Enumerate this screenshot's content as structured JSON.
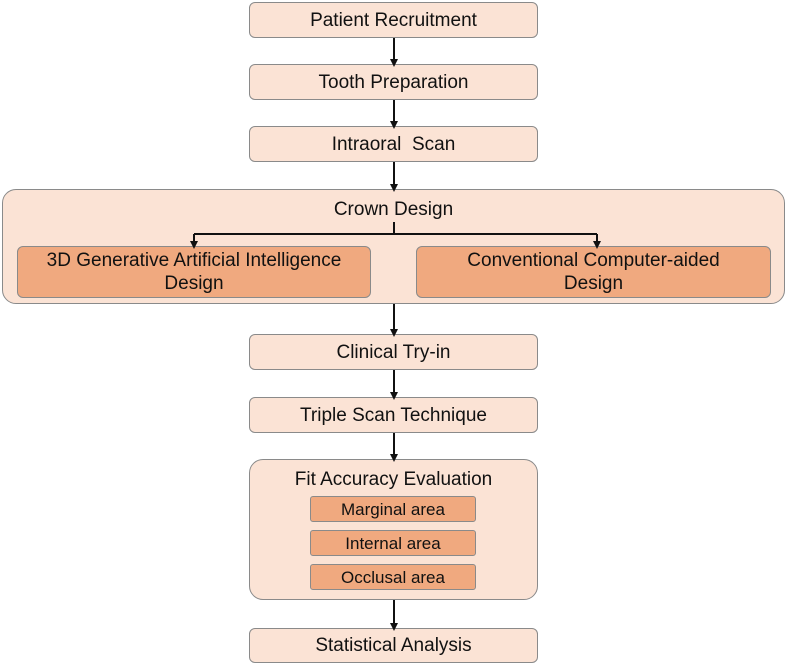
{
  "steps": {
    "recruitment": "Patient Recruitment",
    "preparation": "Tooth Preparation",
    "scan": "Intraoral  Scan",
    "try_in": "Clinical Try-in",
    "triple_scan": "Triple Scan Technique",
    "statistics": "Statistical Analysis"
  },
  "crown_design": {
    "title": "Crown Design",
    "ai_design": "3D Generative Artificial Intelligence Design",
    "conventional_design": "Conventional Computer-aided Design"
  },
  "fit_evaluation": {
    "title": "Fit Accuracy Evaluation",
    "areas": [
      "Marginal area",
      "Internal area",
      "Occlusal area"
    ]
  },
  "colors": {
    "light_fill": "#fbe3d5",
    "dark_fill": "#f0a97f",
    "border": "#8a8a8a",
    "arrow": "#111111"
  }
}
